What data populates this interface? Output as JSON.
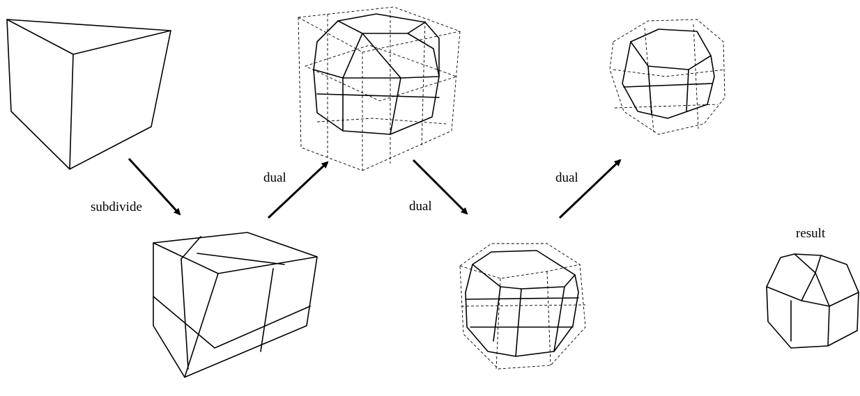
{
  "labels": {
    "subdivide": "subdivide",
    "dual_1": "dual",
    "dual_2": "dual",
    "dual_3": "dual",
    "result": "result"
  },
  "colors": {
    "stroke": "#000000",
    "background": "#ffffff"
  }
}
